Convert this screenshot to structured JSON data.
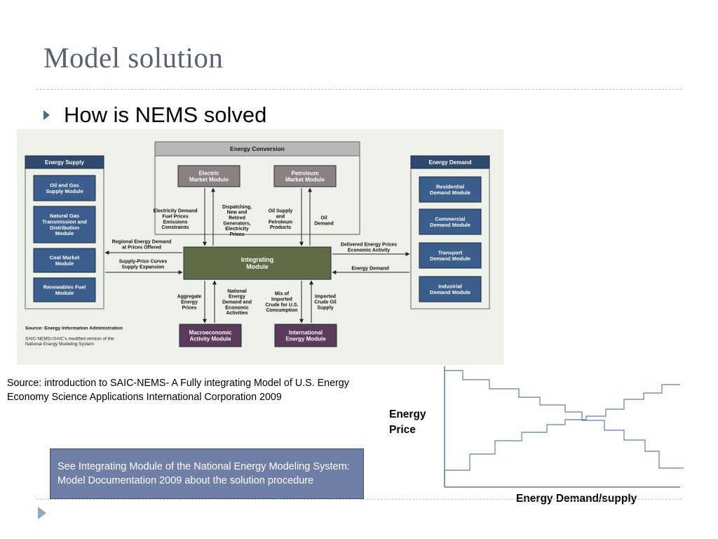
{
  "slide": {
    "title": "Model solution",
    "bullet": "How is NEMS solved"
  },
  "diagram": {
    "conversion_label": "Energy Conversion",
    "supply_title": "Energy Supply",
    "demand_title": "Energy Demand",
    "supply_modules": [
      [
        "Oil and Gas",
        "Supply Module"
      ],
      [
        "Natural Gas",
        "Transmission and",
        "Distribution",
        "Module"
      ],
      [
        "Coal Market",
        "Module"
      ],
      [
        "Renewables Fuel",
        "Module"
      ]
    ],
    "demand_modules": [
      [
        "Residential",
        "Demand Module"
      ],
      [
        "Commercial",
        "Demand Module"
      ],
      [
        "Transport",
        "Demand Module"
      ],
      [
        "Industrial",
        "Demand Module"
      ]
    ],
    "electric_module": [
      "Electric",
      "Market Module"
    ],
    "petroleum_module": [
      "Petroleum",
      "Market Module"
    ],
    "integrating_module": [
      "Integrating",
      "Module"
    ],
    "macro_module": [
      "Macroeconomic",
      "Activity Module"
    ],
    "international_module": [
      "International",
      "Energy Module"
    ],
    "flow_labels": {
      "electricity_demand": [
        "Electricity Demand",
        "Fuel Prices",
        "Emissions",
        "Constraints"
      ],
      "dispatching": [
        "Dispatching,",
        "New and",
        "Retired",
        "Generators,",
        "Electricity",
        "Prices"
      ],
      "oil_supply": [
        "Oil Supply",
        "and",
        "Petroleum",
        "Products"
      ],
      "oil_demand": [
        "Oil",
        "Demand"
      ],
      "regional_demand": [
        "Regional Energy Demand",
        "at Prices Offered"
      ],
      "supply_curves": [
        "Supply-Price Curves",
        "Supply Expansion"
      ],
      "delivered_prices": [
        "Delivered Energy Prices",
        "Economic Activity"
      ],
      "energy_demand": [
        "Energy Demand"
      ],
      "aggregate_prices": [
        "Aggregate",
        "Energy",
        "Prices"
      ],
      "national_demand": [
        "National",
        "Energy",
        "Demand and",
        "Economic",
        "Activities"
      ],
      "mix_imported": [
        "Mix of",
        "Imported",
        "Crude for U.S.",
        "Consumption"
      ],
      "imported_crude": [
        "Imported",
        "Crude Oil",
        "Supply"
      ]
    },
    "source_note": "Source: Energy Information Administration",
    "saic_note": [
      "SAIC-NEMS=SAIC's modified version of the",
      "National Energy Modeling System"
    ]
  },
  "source_caption": "Source:  introduction to SAIC-NEMS- A Fully integrating Model of U.S. Energy Economy Science Applications International Corporation 2009",
  "note_box": "See Integrating Module of the National Energy Modeling System: Model Documentation 2009 about the solution procedure",
  "step_chart": {
    "y_label_line1": "Energy",
    "y_label_line2": "Price",
    "x_label": "Energy Demand/supply"
  },
  "colors": {
    "title_text": "#5a6270",
    "module_dark": "#2f4a70",
    "module_blue": "#3c5e8c",
    "conversion_module": "#8a8280",
    "integrating_module": "#5f6c45",
    "macro_module": "#5b3a5a",
    "note_box_fill": "#707fa8",
    "chart_line": "#5f7d9f"
  }
}
